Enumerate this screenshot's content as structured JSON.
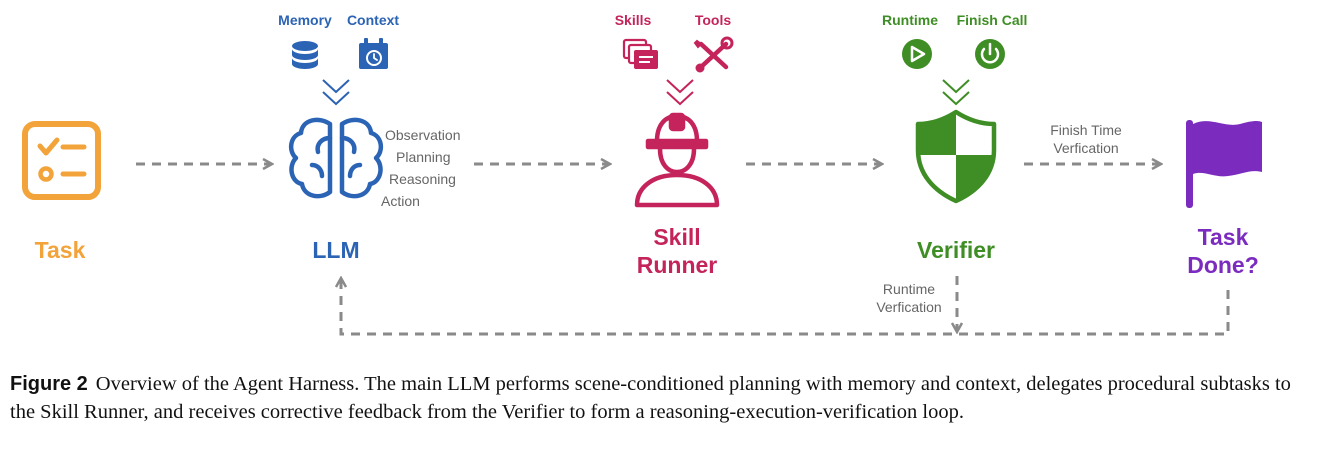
{
  "colors": {
    "task": "#F2A33A",
    "llm": "#2B63B5",
    "skill": "#C4245B",
    "verifier": "#3E8E25",
    "done": "#7B2CBF",
    "arrow": "#8a8a8a",
    "small_text": "#666666"
  },
  "nodes": {
    "task": {
      "label": "Task",
      "icon": "checklist-icon"
    },
    "llm": {
      "label": "LLM",
      "icon": "brain-icon",
      "inputs": [
        {
          "label": "Memory",
          "icon": "database-icon"
        },
        {
          "label": "Context",
          "icon": "calendar-clock-icon"
        }
      ],
      "steps": [
        "Observation",
        "Planning",
        "Reasoning",
        "Action"
      ]
    },
    "skill_runner": {
      "label_line1": "Skill",
      "label_line2": "Runner",
      "icon": "worker-helmet-icon",
      "inputs": [
        {
          "label": "Skills",
          "icon": "stacked-cards-icon"
        },
        {
          "label": "Tools",
          "icon": "tools-icon"
        }
      ]
    },
    "verifier": {
      "label": "Verifier",
      "icon": "shield-icon",
      "inputs": [
        {
          "label": "Runtime",
          "icon": "play-icon"
        },
        {
          "label": "Finish Call",
          "icon": "power-icon"
        }
      ]
    },
    "done": {
      "label_line1": "Task",
      "label_line2": "Done?",
      "icon": "flag-icon"
    }
  },
  "edges": {
    "finish_time": {
      "line1": "Finish Time",
      "line2": "Verfication"
    },
    "runtime": {
      "line1": "Runtime",
      "line2": "Verfication"
    }
  },
  "caption": {
    "figure_number": "Figure 2",
    "text": "Overview of the Agent Harness. The main LLM performs scene-conditioned planning with memory and context, delegates procedural subtasks to the Skill Runner, and receives corrective feedback from the Verifier to form a reasoning-execution-verification loop."
  }
}
